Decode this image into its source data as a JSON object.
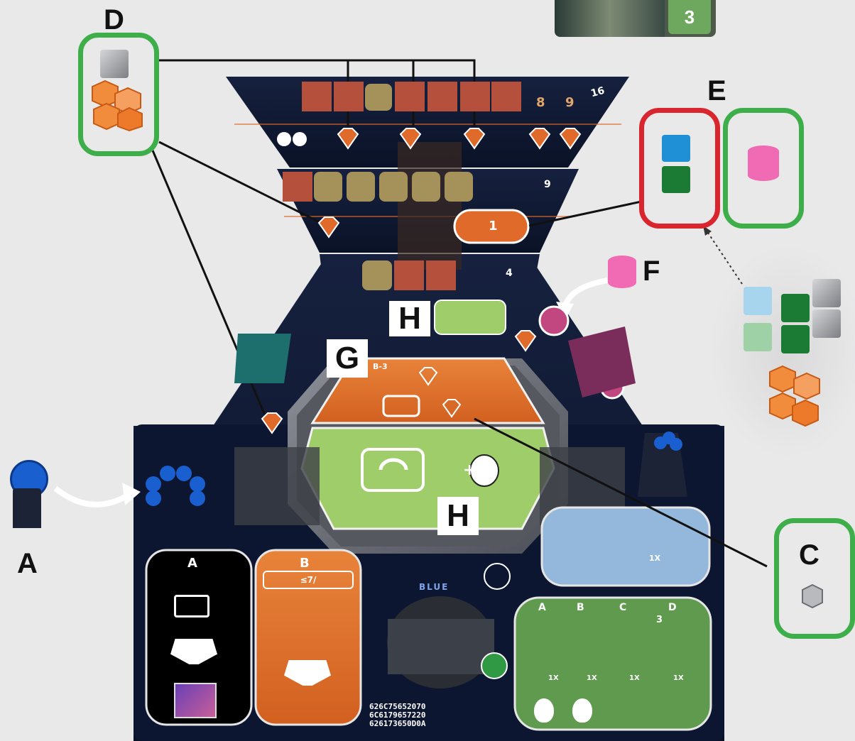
{
  "callouts": {
    "A": "A",
    "C": "C",
    "D": "D",
    "E": "E",
    "F": "F",
    "G": "G",
    "H_top": "H",
    "H_bottom": "H"
  },
  "card": {
    "value": "3"
  },
  "board": {
    "track_top_number": "16",
    "track_mid_number": "9",
    "track_small_number": "4",
    "ship_counter_1": "8",
    "ship_counter_2": "9",
    "exchange_token": "1",
    "center_code": "B-3",
    "blue_label": "BLUE",
    "hex_code_lines": [
      "626C75652070",
      "6C6179657220",
      "626173650D0A"
    ],
    "panel_a_title": "A",
    "panel_b_title": "B",
    "panel_b_rule": "≤7/",
    "panel_right_cols": [
      "A",
      "B",
      "C",
      "D"
    ],
    "panel_right_d_value": "3",
    "panel_right_mult": [
      "1X",
      "1X",
      "1X",
      "1X"
    ],
    "side_panel_mult": "1X",
    "center_plus": "+"
  },
  "colors": {
    "frame_green": "#3dae49",
    "frame_red": "#d9262e",
    "board_dark": "#0f1a33",
    "panel_orange": "#e0762a",
    "panel_green": "#9fcd6a",
    "cube_blue": "#1f8fd6",
    "cube_green": "#1b7a33",
    "cube_pink": "#f06bb3",
    "cube_light_blue": "#a7d5ee",
    "cube_light_green": "#9fd1a7",
    "cube_grey": "#a8a9ad",
    "crystal_orange": "#f08c3c"
  }
}
